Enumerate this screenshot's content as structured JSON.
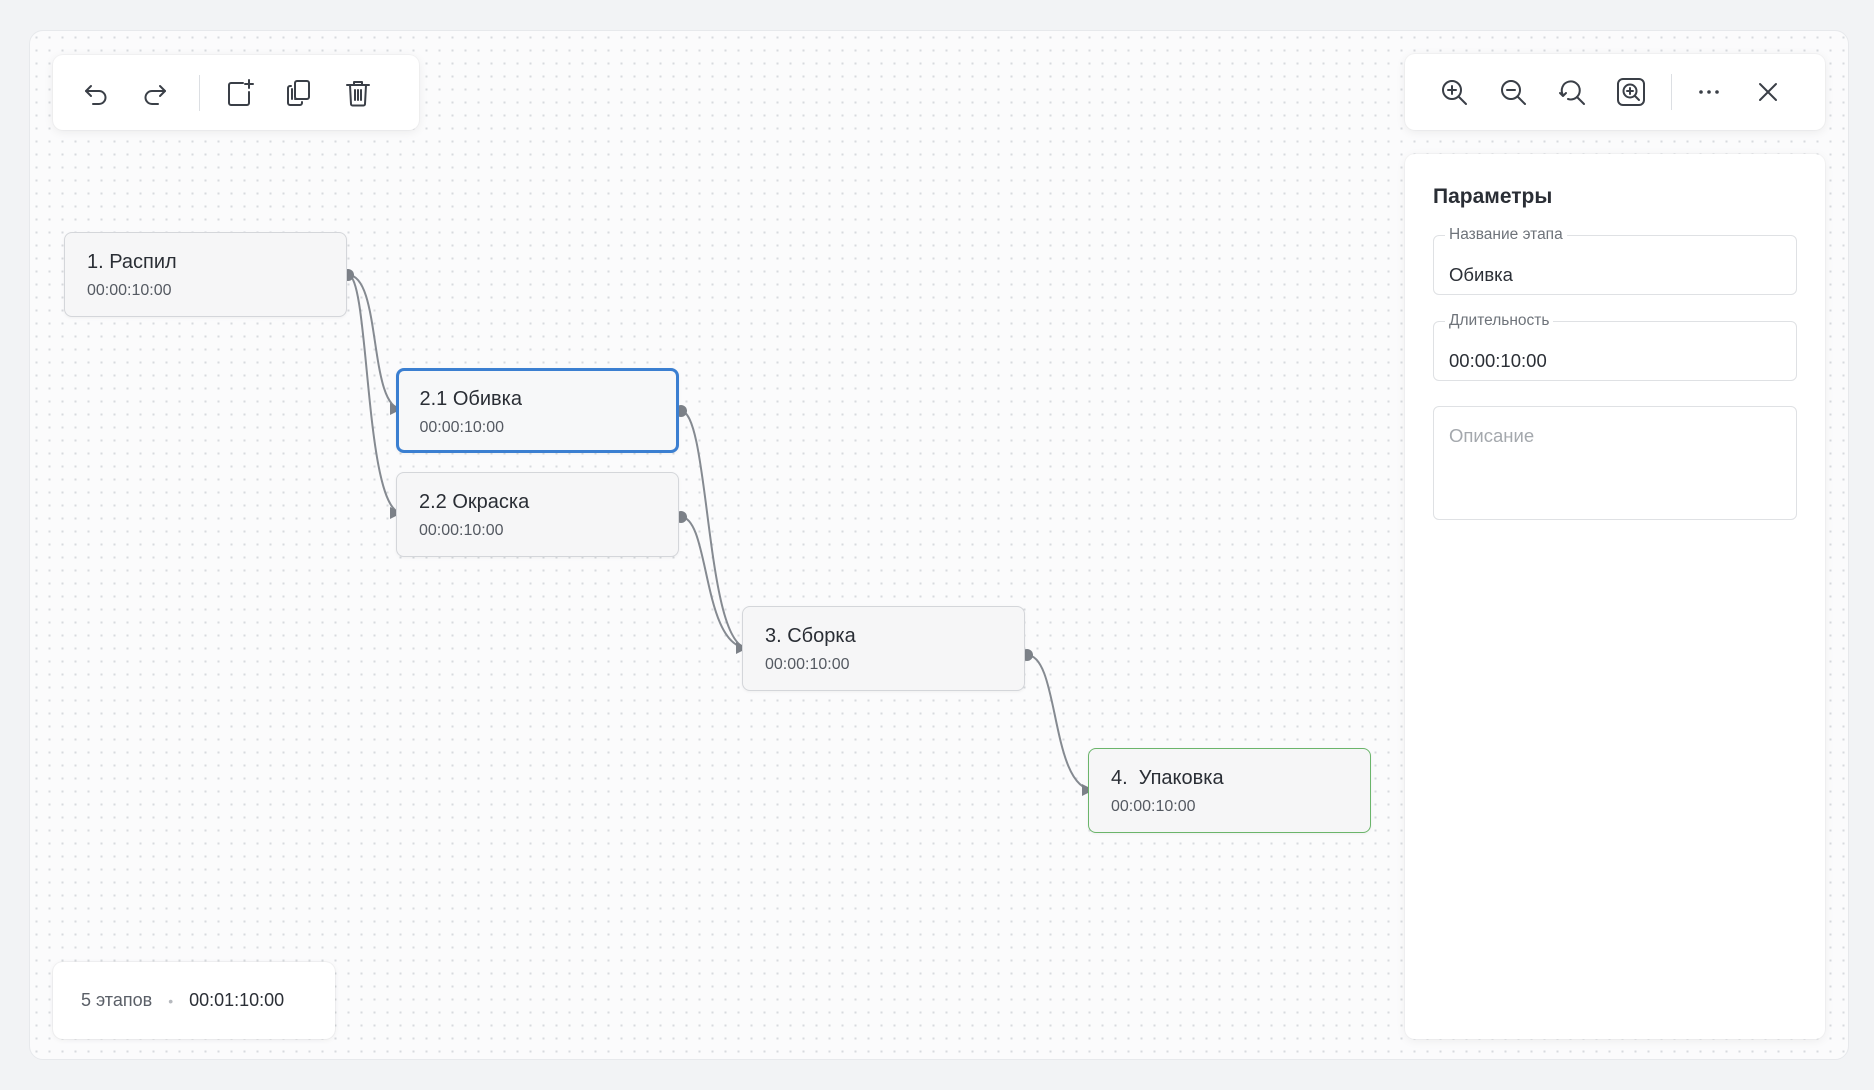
{
  "toolbar_left": {
    "buttons": [
      {
        "icon": "undo-icon"
      },
      {
        "icon": "redo-icon"
      },
      {
        "icon": "add-stage-icon"
      },
      {
        "icon": "copy-icon"
      },
      {
        "icon": "trash-icon"
      }
    ]
  },
  "toolbar_right": {
    "buttons": [
      {
        "icon": "zoom-in-icon"
      },
      {
        "icon": "zoom-out-icon"
      },
      {
        "icon": "zoom-reset-icon"
      },
      {
        "icon": "zoom-fit-icon"
      },
      {
        "icon": "more-icon"
      },
      {
        "icon": "close-icon"
      }
    ]
  },
  "nodes": [
    {
      "title": "1. Распил",
      "time": "00:00:10:00",
      "state": "normal"
    },
    {
      "title": "2.1 Обивка",
      "time": "00:00:10:00",
      "state": "selected"
    },
    {
      "title": "2.2 Окраска",
      "time": "00:00:10:00",
      "state": "normal"
    },
    {
      "title": "3. Сборка",
      "time": "00:00:10:00",
      "state": "normal"
    },
    {
      "title": "4.  Упаковка",
      "time": "00:00:10:00",
      "state": "final"
    }
  ],
  "colors": {
    "selected_border": "#3b7fd1",
    "final_border": "#6bb56b",
    "edge": "#858a91"
  },
  "summary": {
    "count": "5 этапов",
    "bullet": "•",
    "total": "00:01:10:00"
  },
  "panel": {
    "title": "Параметры",
    "name_label": "Название этапа",
    "name_value": "Обивка",
    "duration_label": "Длительность",
    "duration_value": "00:00:10:00",
    "description_placeholder": "Описание",
    "description_value": ""
  }
}
